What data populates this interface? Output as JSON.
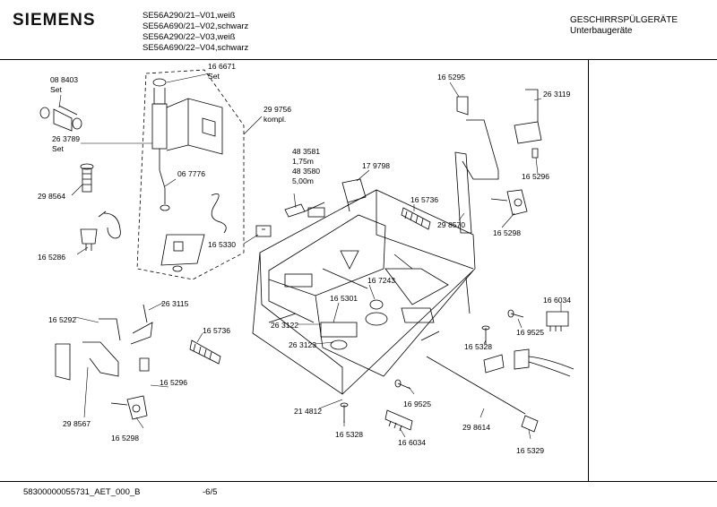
{
  "header": {
    "brand": "SIEMENS",
    "models": [
      "SE56A290/21–V01,weiß",
      "SE56A690/21–V02,schwarz",
      "SE56A290/22–V03,weiß",
      "SE56A690/22–V04,schwarz"
    ],
    "category": "GESCHIRRSPÜLGERÄTE",
    "subcategory": "Unterbaugeräte"
  },
  "parts": {
    "p088403": [
      "08 8403",
      "Set"
    ],
    "p166671": [
      "16 6671",
      "Set"
    ],
    "p299756": [
      "29 9756",
      "kompl."
    ],
    "p263789": [
      "26 3789",
      "Set"
    ],
    "p298564": "29 8564",
    "p067776": "06 7776",
    "p165286": "16 5286",
    "p483581": [
      "48 3581",
      "1,75m",
      "48 3580",
      "5,00m"
    ],
    "p179798": "17 9798",
    "p165330": "16 5330",
    "p165295": "16 5295",
    "p263119": "26 3119",
    "p165296a": "16 5296",
    "p165736a": "16 5736",
    "p298570": "29 8570",
    "p165298a": "16 5298",
    "p167243": "16 7243",
    "p165301": "16 5301",
    "p263122": "26 3122",
    "p263123": "26 3123",
    "p166034a": "16 6034",
    "p169525a": "16 9525",
    "p165328a": "16 5328",
    "p165292": "16 5292",
    "p263115": "26 3115",
    "p165736b": "16 5736",
    "p165296b": "16 5296",
    "p298567": "29 8567",
    "p165298b": "16 5298",
    "p214812": "21 4812",
    "p169525b": "16 9525",
    "p165328b": "16 5328",
    "p166034b": "16 6034",
    "p298614": "29 8614",
    "p165329": "16 5329"
  },
  "footer": {
    "doc_id": "58300000055731_AET_000_B",
    "page": "-6/5"
  }
}
